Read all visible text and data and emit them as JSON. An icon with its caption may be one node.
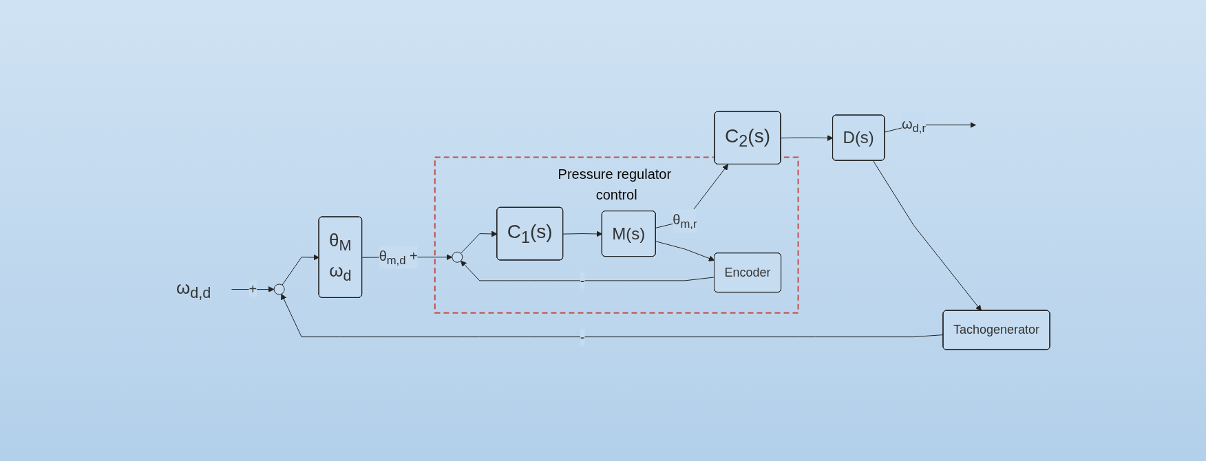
{
  "diagram": {
    "nodes": [
      {
        "text": [
          "ω$_{d,d}$"
        ]
      },
      {
        "text": [],
        "shape": "circle"
      },
      {
        "text": [
          "θ$_{M}$",
          "ω$_{d}$"
        ]
      },
      {
        "text": [
          "Pressure regulator control"
        ]
      },
      {
        "text": [],
        "shape": "circle",
        "in": 3
      },
      {
        "text": [
          "C$_{1}$(s)"
        ],
        "in": 3
      },
      {
        "text": [
          "M(s)"
        ],
        "in": 3
      },
      {
        "text": [
          "Encoder"
        ],
        "in": 3
      },
      {
        "text": [
          "C$_{2}$(s)"
        ]
      },
      {
        "text": [
          "D(s)"
        ]
      },
      {
        "text": [
          "Tachogenerator"
        ]
      }
    ],
    "edges": [
      {
        "from": 0,
        "to": 1,
        "arrow": "to",
        "label": "+"
      },
      {
        "from": 1,
        "to": 2,
        "arrow": "to"
      },
      {
        "from": 2,
        "to": 4,
        "arrow": "to",
        "label": "θ$_{m,d}$ +"
      },
      {
        "from": 4,
        "to": 5,
        "arrow": "to"
      },
      {
        "from": 5,
        "to": 6,
        "arrow": "to"
      },
      {
        "from": 6,
        "to": 8,
        "arrow": "to",
        "label": "θ$_{m,r}$"
      },
      {
        "from": 6,
        "to": 7,
        "arrow": "to"
      },
      {
        "from": 7,
        "to": 4,
        "arrow": "to",
        "label": "-"
      },
      {
        "from": 8,
        "to": 9,
        "arrow": "to"
      },
      {
        "from": 9,
        "to": null,
        "arrow": "to",
        "label": "ω$_{d,r}$"
      },
      {
        "from": 9,
        "to": 10,
        "arrow": "to"
      },
      {
        "from": 10,
        "to": 1,
        "arrow": "to",
        "label": "-"
      }
    ]
  }
}
